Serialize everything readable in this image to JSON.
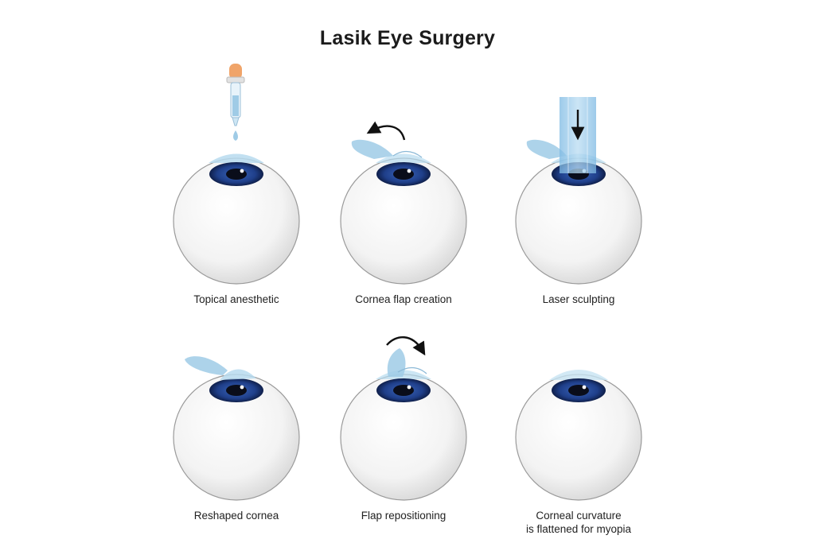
{
  "title": "Lasik Eye Surgery",
  "steps": [
    {
      "caption": "Topical anesthetic",
      "icon": "dropper-icon"
    },
    {
      "caption": "Cornea flap creation",
      "icon": "curved-arrow-left-icon"
    },
    {
      "caption": "Laser sculpting",
      "icon": "laser-beam-icon"
    },
    {
      "caption": "Reshaped cornea",
      "icon": "lifted-flap-icon"
    },
    {
      "caption": "Flap repositioning",
      "icon": "curved-arrow-right-icon"
    },
    {
      "caption_lines": [
        "Corneal curvature",
        "is flattened for myopia"
      ],
      "icon": "eye-icon"
    }
  ],
  "colors": {
    "iris": "#1f3f8a",
    "iris_ring": "#0f1f4a",
    "pupil": "#0a0d1a",
    "eyeball_edge": "#9a9a9a",
    "cornea": "#b7dbef",
    "flap": "#9fcbe6",
    "laser": "#8fc6ea",
    "dropper_bulb": "#f0a469"
  }
}
